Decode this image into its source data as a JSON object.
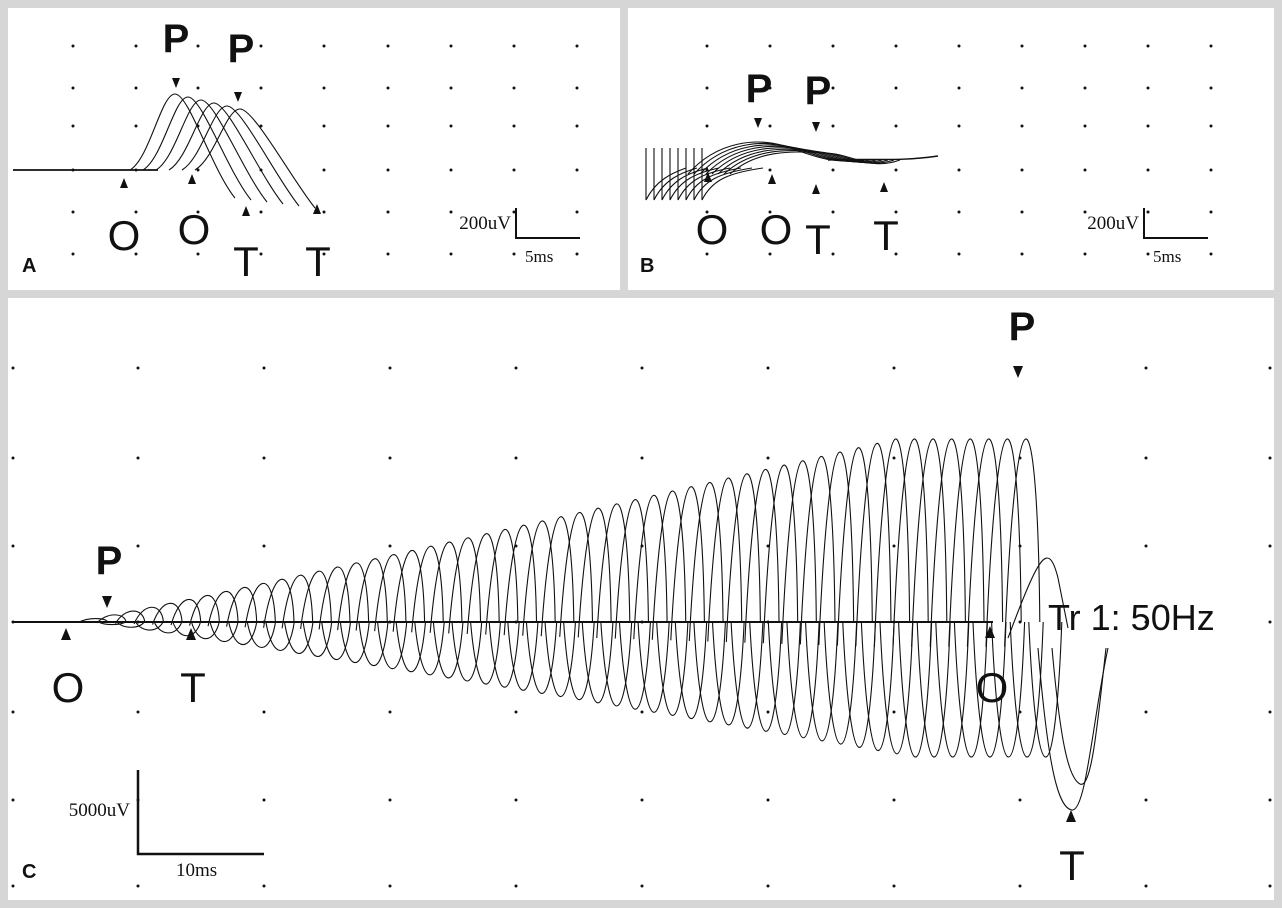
{
  "panels": [
    {
      "id": "A",
      "label": "A",
      "markers": [
        "P",
        "P",
        "O",
        "O",
        "T",
        "T"
      ],
      "scale_bar": {
        "voltage": "200uV",
        "time": "5ms"
      }
    },
    {
      "id": "B",
      "label": "B",
      "markers": [
        "P",
        "P",
        "O",
        "O",
        "T",
        "T"
      ],
      "scale_bar": {
        "voltage": "200uV",
        "time": "5ms"
      }
    },
    {
      "id": "C",
      "label": "C",
      "markers": [
        "P",
        "O",
        "T",
        "P",
        "O",
        "T"
      ],
      "scale_bar": {
        "voltage": "5000uV",
        "time": "10ms"
      },
      "trace_annotation": "Tr 1: 50Hz"
    }
  ],
  "colors": {
    "trace": "#111111",
    "background": "#ffffff",
    "border": "#d6d6d6"
  }
}
